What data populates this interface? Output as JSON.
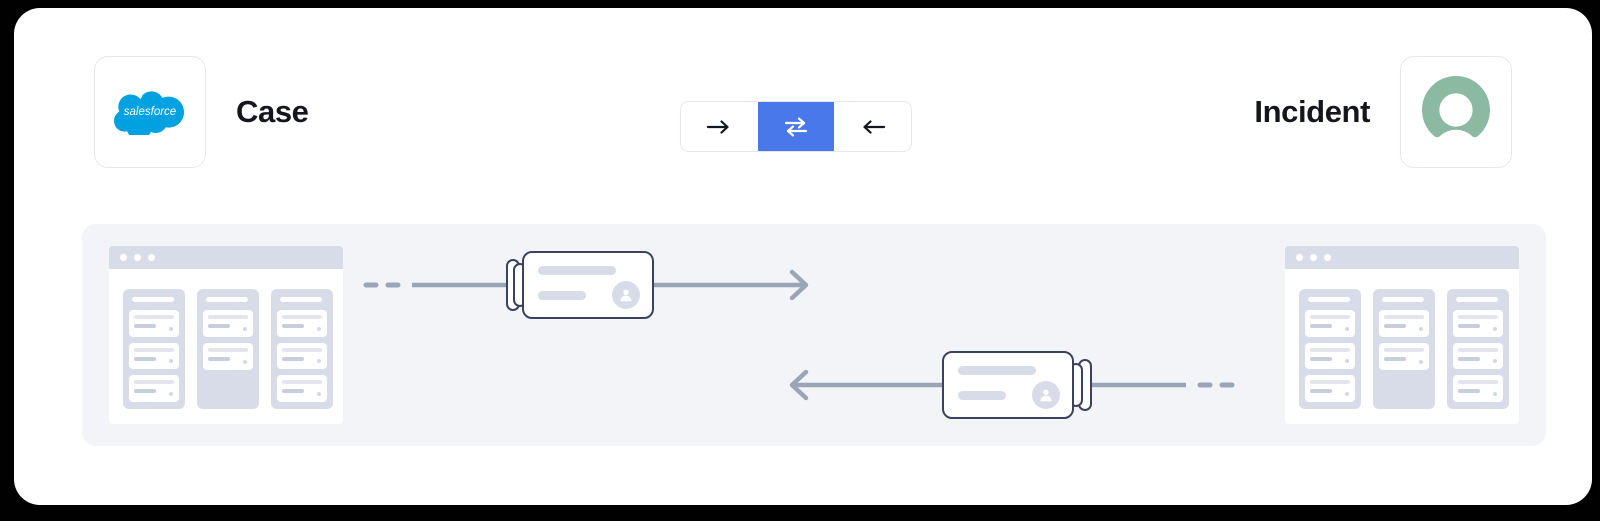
{
  "diagram": {
    "left_system": {
      "logo_icon": "salesforce-cloud-logo",
      "logo_color": "#00A1E0",
      "logo_text": "salesforce",
      "object_label": "Case"
    },
    "right_system": {
      "logo_icon": "servicenow-donut-logo",
      "logo_color": "#8cb9a1",
      "object_label": "Incident"
    },
    "sync_direction_toggle": {
      "options": [
        {
          "id": "one-way-right",
          "icon": "arrow-right-icon",
          "selected": false
        },
        {
          "id": "bidirectional",
          "icon": "bidirectional-arrows-icon",
          "selected": true
        },
        {
          "id": "one-way-left",
          "icon": "arrow-left-icon",
          "selected": false
        }
      ],
      "selected_id": "bidirectional",
      "accent_color": "#4878ea"
    },
    "flows": [
      {
        "id": "flow-left-to-right",
        "direction": "right",
        "record_card": {
          "avatar_icon": "user-avatar-icon",
          "stacked": true,
          "stack_side": "left"
        }
      },
      {
        "id": "flow-right-to-left",
        "direction": "left",
        "record_card": {
          "avatar_icon": "user-avatar-icon",
          "stacked": true,
          "stack_side": "right"
        }
      }
    ],
    "wireframes": [
      {
        "id": "wireframe-left",
        "window_dots": 3,
        "columns": [
          {
            "cards": 3
          },
          {
            "cards": 2
          },
          {
            "cards": 3
          }
        ]
      },
      {
        "id": "wireframe-right",
        "window_dots": 3,
        "columns": [
          {
            "cards": 3
          },
          {
            "cards": 2
          },
          {
            "cards": 3
          }
        ]
      }
    ]
  }
}
